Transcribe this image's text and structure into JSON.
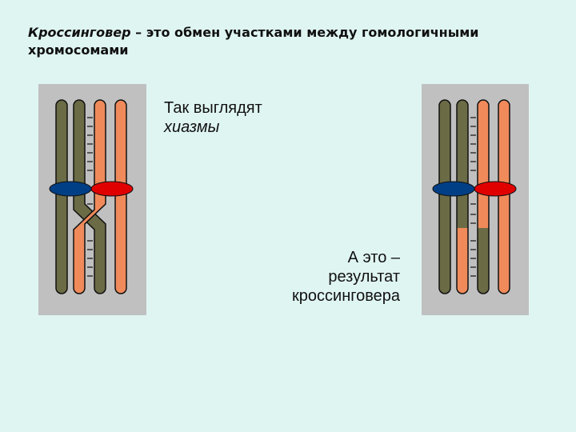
{
  "title": {
    "term": "Кроссинговер",
    "rest": " – это обмен участками между гомологичными хромосомами"
  },
  "caption_left": {
    "line1": "Так выглядят",
    "line2": "хиазмы"
  },
  "caption_right": {
    "line1": "А это –",
    "line2": "результат",
    "line3": "кроссинговера"
  },
  "colors": {
    "background": "#dff5f2",
    "panel": "#c0c0c0",
    "chromatid_olive": "#6b6b45",
    "chromatid_orange": "#f08a5a",
    "centromere_blue": "#003f85",
    "centromere_red": "#e00000"
  }
}
